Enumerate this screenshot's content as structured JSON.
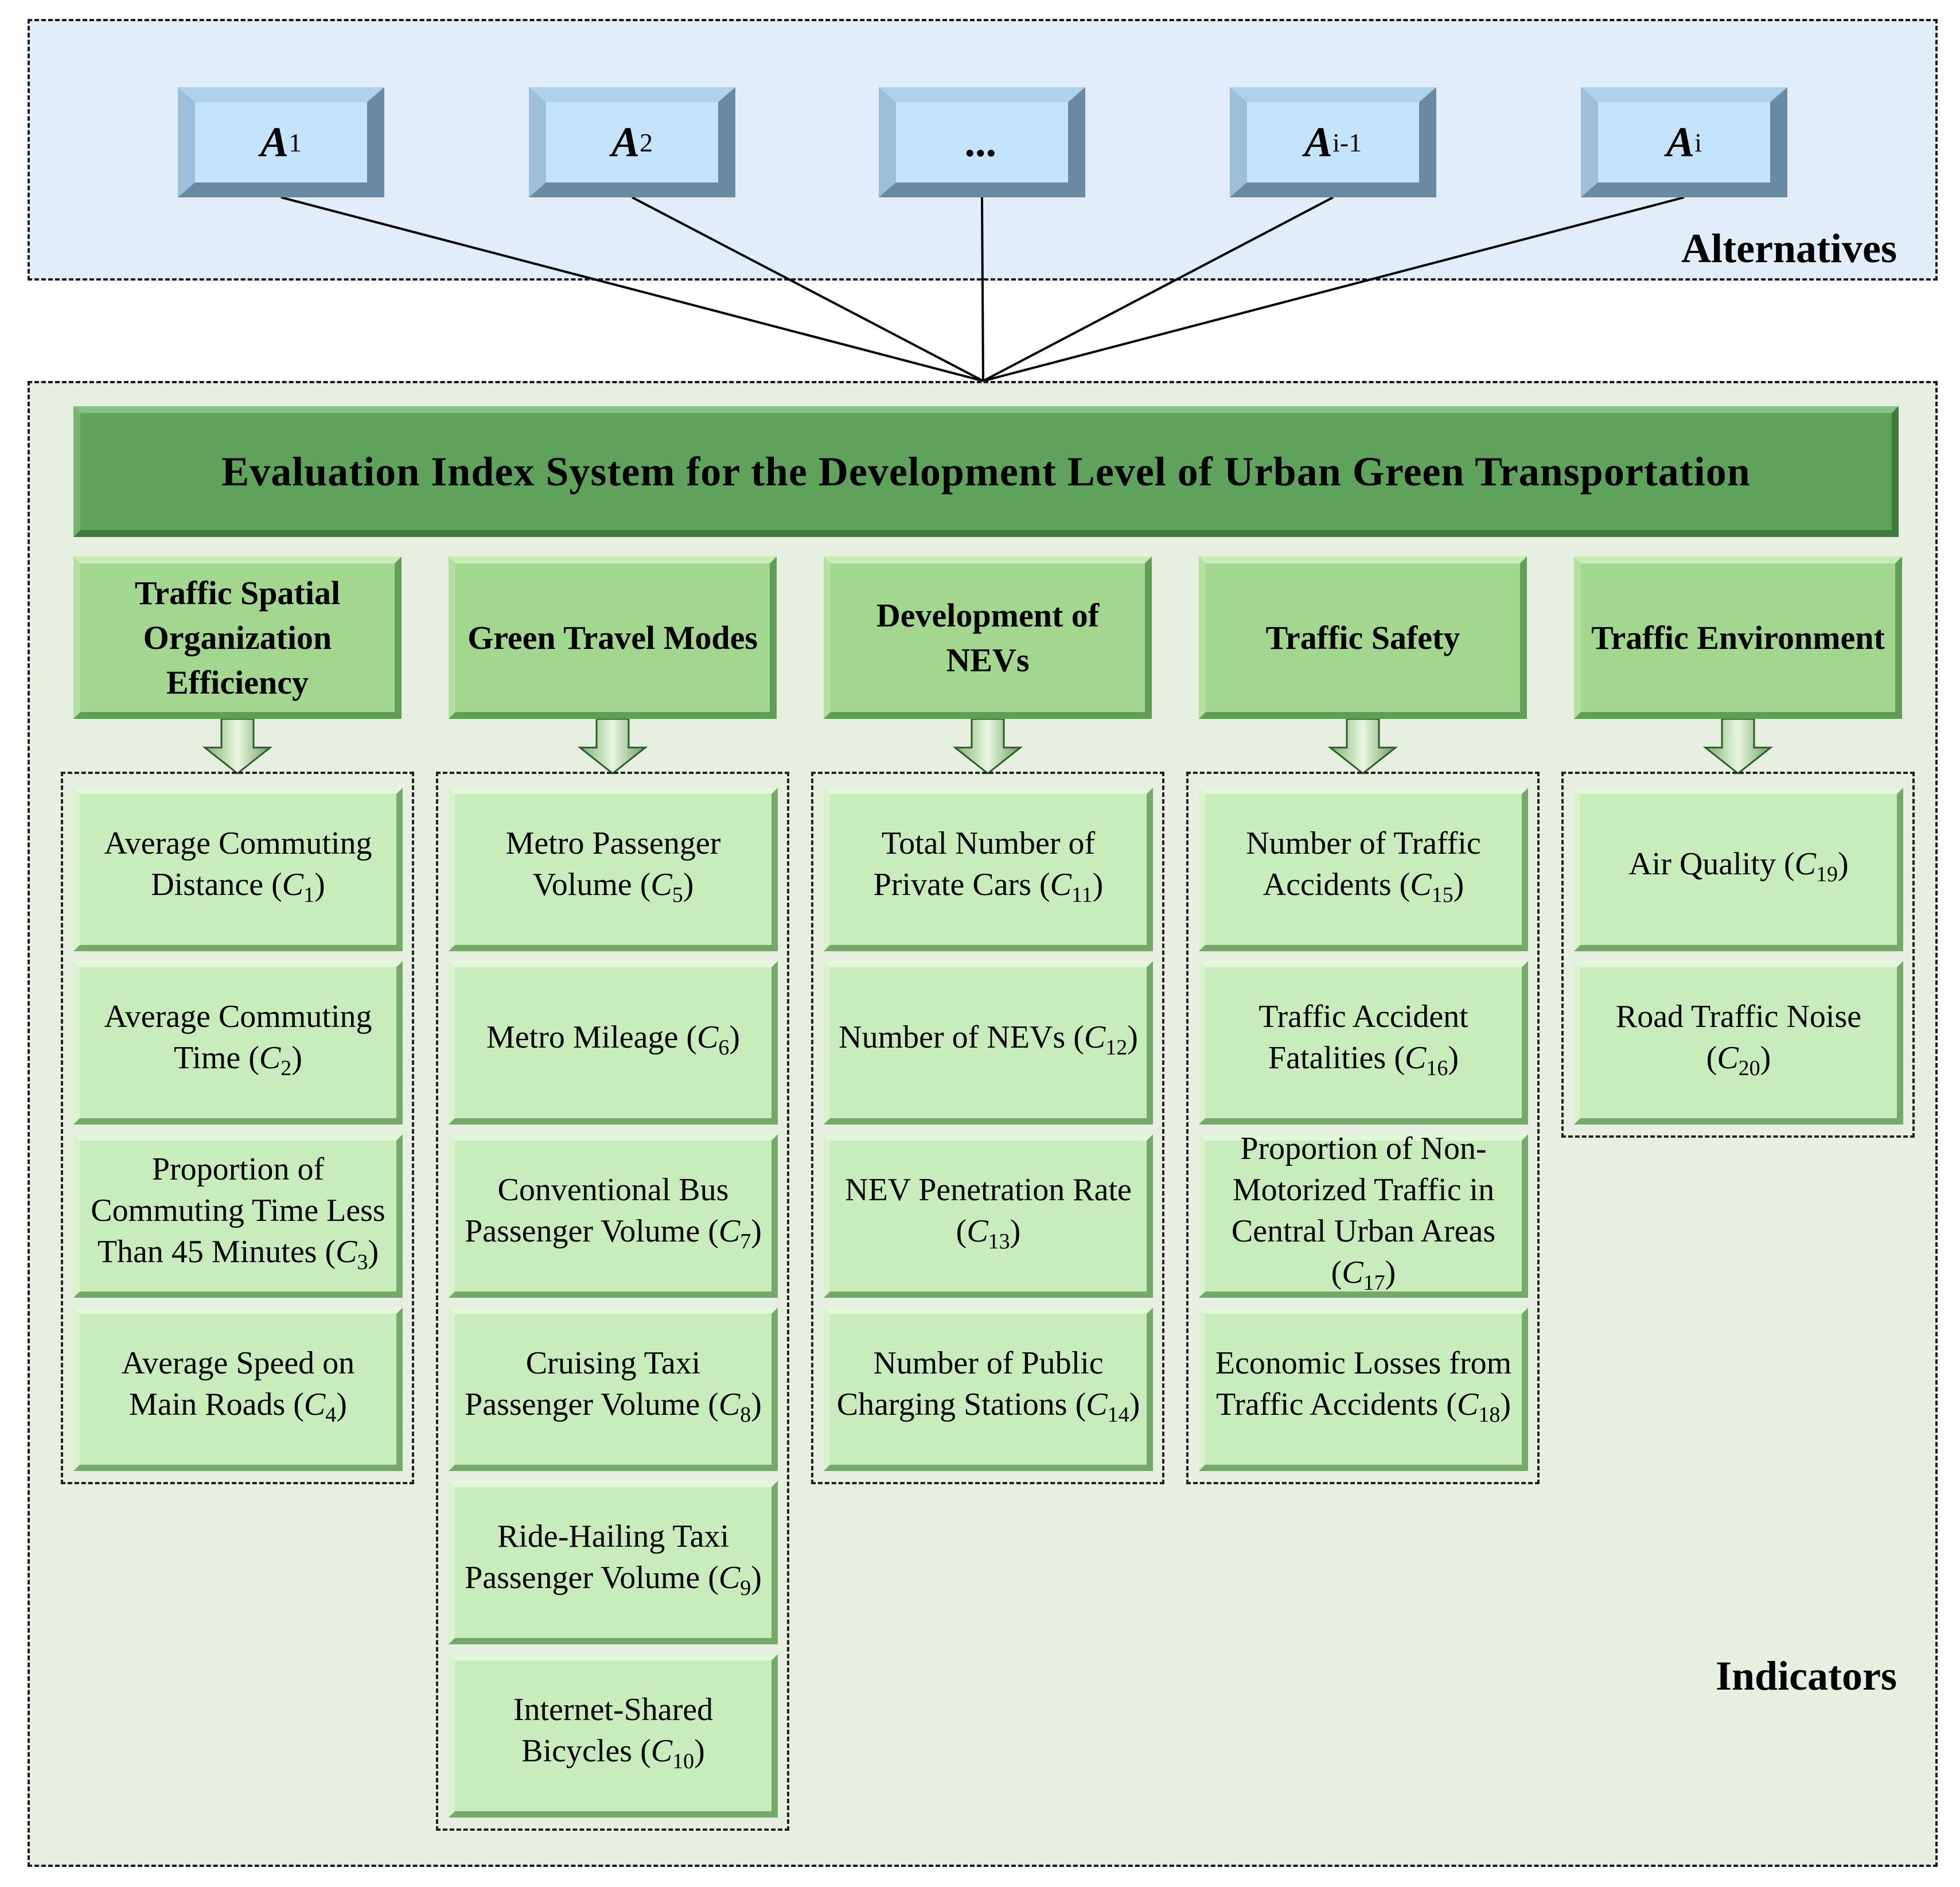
{
  "alternatives": {
    "label": "Alternatives",
    "items": [
      {
        "letter": "A",
        "sub": "1"
      },
      {
        "letter": "A",
        "sub": "2"
      },
      {
        "letter": "...",
        "sub": ""
      },
      {
        "letter": "A",
        "sub": "i-1"
      },
      {
        "letter": "A",
        "sub": "i"
      }
    ]
  },
  "indicators": {
    "label": "Indicators",
    "title": "Evaluation Index System for the Development Level of Urban Green Transportation",
    "categories": [
      {
        "name": "Traffic Spatial Organization Efficiency",
        "items": [
          {
            "text": "Average Commuting Distance",
            "code": "1"
          },
          {
            "text": "Average Commuting Time",
            "code": "2"
          },
          {
            "text": "Proportion of Commuting Time Less Than 45 Minutes",
            "code": "3"
          },
          {
            "text": "Average Speed on Main Roads",
            "code": "4"
          }
        ]
      },
      {
        "name": "Green Travel Modes",
        "items": [
          {
            "text": "Metro Passenger Volume",
            "code": "5"
          },
          {
            "text": "Metro Mileage",
            "code": "6"
          },
          {
            "text": "Conventional Bus Passenger Volume",
            "code": "7"
          },
          {
            "text": "Cruising Taxi Passenger Volume",
            "code": "8"
          },
          {
            "text": "Ride-Hailing Taxi Passenger Volume",
            "code": "9"
          },
          {
            "text": "Internet-Shared Bicycles",
            "code": "10"
          }
        ]
      },
      {
        "name": "Development of NEVs",
        "items": [
          {
            "text": "Total Number of Private Cars",
            "code": "11"
          },
          {
            "text": "Number of NEVs",
            "code": "12"
          },
          {
            "text": "NEV Penetration Rate",
            "code": "13"
          },
          {
            "text": "Number of Public Charging Stations",
            "code": "14"
          }
        ]
      },
      {
        "name": "Traffic Safety",
        "items": [
          {
            "text": "Number of Traffic Accidents",
            "code": "15"
          },
          {
            "text": "Traffic Accident Fatalities",
            "code": "16"
          },
          {
            "text": "Proportion of Non-Motorized Traffic in Central Urban Areas",
            "code": "17"
          },
          {
            "text": "Economic Losses from Traffic Accidents",
            "code": "18"
          }
        ]
      },
      {
        "name": "Traffic Environment",
        "items": [
          {
            "text": "Air Quality",
            "code": "19"
          },
          {
            "text": "Road Traffic Noise",
            "code": "20"
          }
        ]
      }
    ]
  },
  "colors": {
    "alternatives_bg": "#e1edf8",
    "indicators_bg": "#e7f0e0",
    "title_box": "#5ea25c",
    "category_box": "#a3d68f",
    "indicator_box": "#c9ecbc",
    "alternative_box": "#c4e4fb"
  }
}
